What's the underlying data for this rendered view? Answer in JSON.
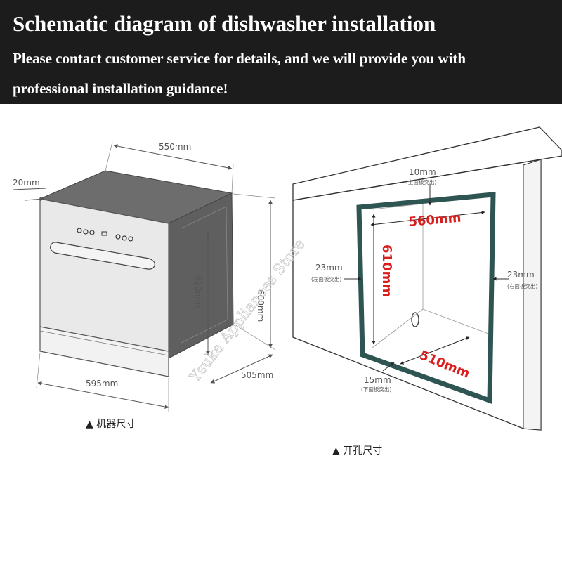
{
  "banner": {
    "title": "Schematic diagram of dishwasher installation",
    "line1": "Please contact customer service for details, and we will provide you with",
    "line2": "professional installation guidance!"
  },
  "machine": {
    "width_label": "550mm",
    "panel_label": "20mm",
    "height_label": "600mm",
    "door_label": "620mm",
    "front_label": "595mm",
    "depth_label": "505mm",
    "caption": "▲ 机器尺寸"
  },
  "opening": {
    "top_gap_label": "10mm",
    "top_gap_note": "(上面板突出)",
    "width_label": "560mm",
    "height_label": "610mm",
    "left_gap_label": "23mm",
    "left_gap_note": "(左面板突出)",
    "right_gap_label": "23mm",
    "right_gap_note": "(右面板突出)",
    "depth_label": "510mm",
    "bottom_gap_label": "15mm",
    "bottom_gap_note": "(下面板突出)",
    "caption": "▲ 开孔尺寸"
  },
  "watermark": "Ysuka Appliances Store",
  "colors": {
    "banner_bg": "#1c1c1c",
    "frame_teal": "#2f5553",
    "accent_red": "#d91e1e",
    "line_gray": "#555555"
  }
}
